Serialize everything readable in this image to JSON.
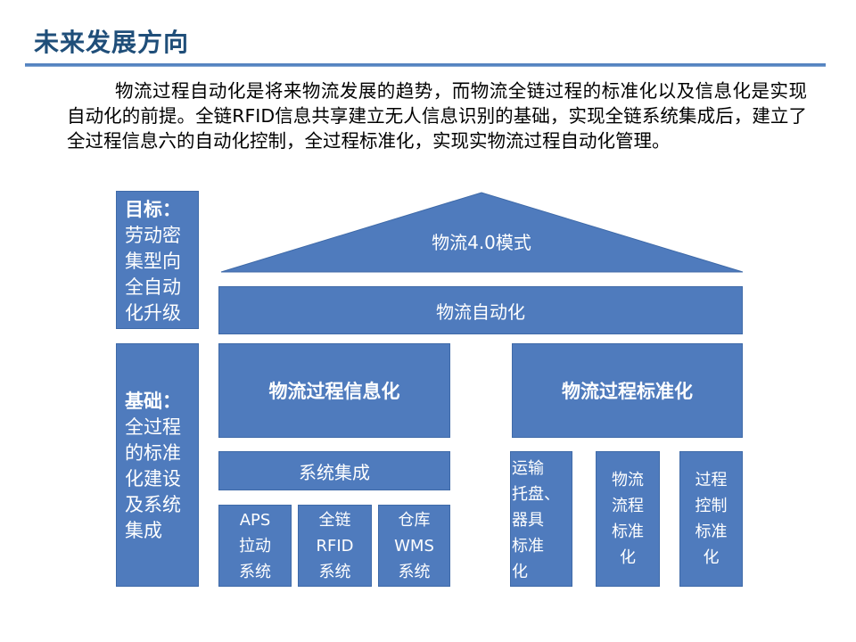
{
  "title": "未来发展方向",
  "paragraph": "物流过程自动化是将来物流发展的趋势，而物流全链过程的标准化以及信息化是实现自动化的前提。全链RFID信息共享建立无人信息识别的基础，实现全链系统集成后，建立了全过程信息六的自动化控制，全过程标准化，实现实物流过程自动化管理。",
  "diagram": {
    "goal": {
      "head": "目标：",
      "body": "劳动密\n集型向\n全自动\n化升级"
    },
    "base": {
      "head": "基础：",
      "body": "全过程\n的标准\n化建设\n及系统\n集成"
    },
    "roof": "物流4.0模式",
    "automation": "物流自动化",
    "informatization": "物流过程信息化",
    "standardization": "物流过程标准化",
    "integration": "系统集成",
    "info_items": [
      "APS\n拉动\n系统",
      "全链\nRFID\n系统",
      "仓库\nWMS\n系统"
    ],
    "std_items": [
      "运输\n托盘、\n器具\n标准\n化",
      "物流\n流程\n标准\n化",
      "过程\n控制\n标准\n化"
    ]
  },
  "colors": {
    "box_fill": "#4f7bbd",
    "title": "#1f4e79"
  }
}
